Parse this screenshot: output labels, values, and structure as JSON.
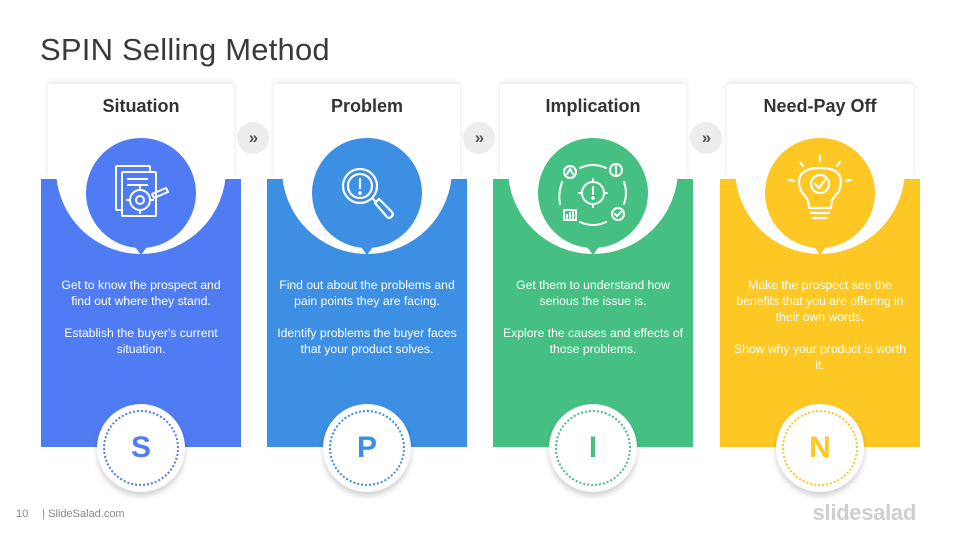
{
  "slide": {
    "title": "SPIN Selling Method"
  },
  "colors": {
    "situation": "#4f7cf2",
    "problem": "#3d8fe3",
    "implication": "#45c082",
    "needpayoff": "#fdc824"
  },
  "steps": [
    {
      "label": "Situation",
      "icon": "document-gear-icon",
      "letter": "S",
      "paragraphs": [
        "Get to know the prospect and find out where they stand.",
        "Establish the buyer's current situation."
      ]
    },
    {
      "label": "Problem",
      "icon": "magnifier-alert-icon",
      "letter": "P",
      "paragraphs": [
        "Find out about the problems and pain points they are facing.",
        "Identify problems  the buyer faces that your product solves."
      ]
    },
    {
      "label": "Implication",
      "icon": "alert-gear-cycle-icon",
      "letter": "I",
      "paragraphs": [
        "Get them to understand  how serious the issue is.",
        "Explore the causes and effects of those problems."
      ]
    },
    {
      "label": "Need-Pay Off",
      "icon": "lightbulb-check-icon",
      "letter": "N",
      "paragraphs": [
        "Make the prospect see the benefits that you are offering in their own words.",
        "Show why your product is worth it."
      ]
    }
  ],
  "connector": "»",
  "footer": {
    "page_number": "10",
    "site": "| SlideSalad.com",
    "brand": "slidesalad"
  }
}
